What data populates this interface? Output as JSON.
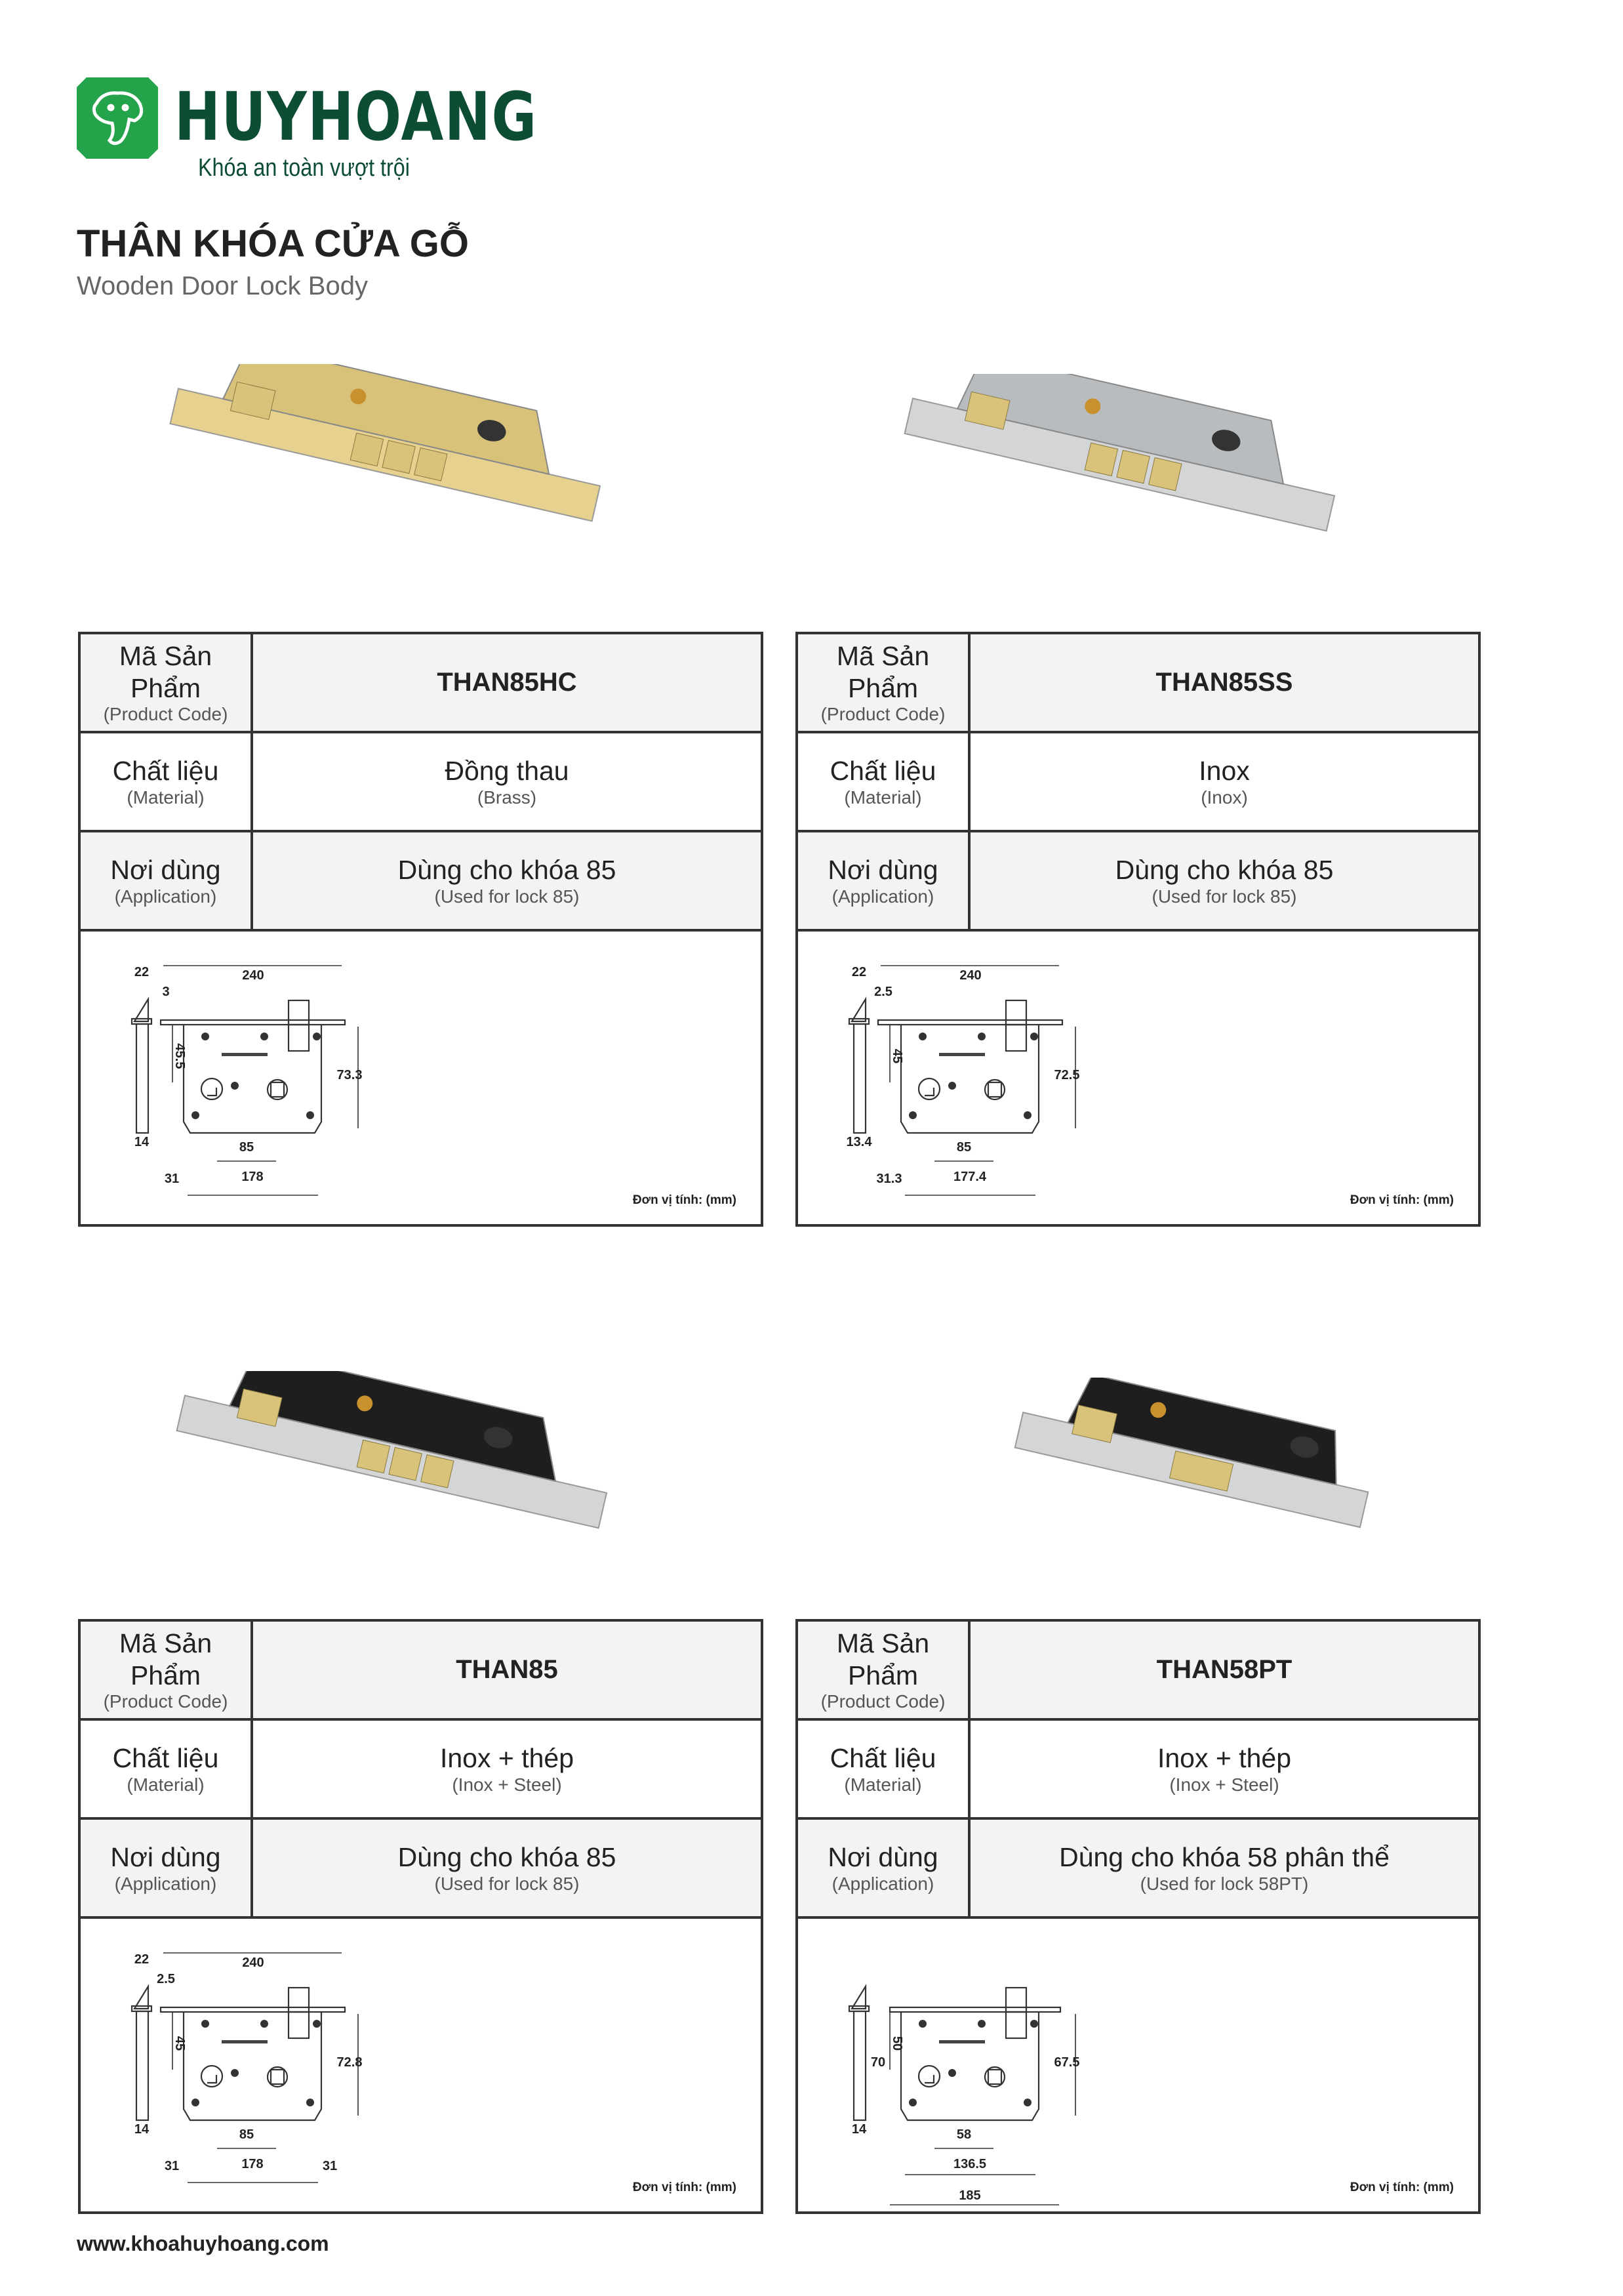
{
  "brand": {
    "name": "HUYHOANG",
    "slogan": "Khóa an toàn vượt trội"
  },
  "page": {
    "title": "THÂN KHÓA CỬA GỖ",
    "subtitle": "Wooden Door Lock Body"
  },
  "labels": {
    "code": "Mã Sản Phẩm",
    "code_en": "(Product Code)",
    "material": "Chất liệu",
    "material_en": "(Material)",
    "application": "Nơi dùng",
    "application_en": "(Application)",
    "unit": "Đơn vị tính: (mm)"
  },
  "products": [
    {
      "code": "THAN85HC",
      "material": "Đồng thau",
      "material_en": "(Brass)",
      "application": "Dùng cho khóa 85",
      "application_en": "(Used for lock 85)",
      "finish": "brass",
      "colors": {
        "body": "#d8c27a",
        "plate": "#e6d28e"
      },
      "dims": {
        "total": "240",
        "plate": "3",
        "backset": "45.5",
        "height": "73.3",
        "center": "85",
        "body": "178",
        "offset": "31",
        "side_w": "22",
        "side_t": "14"
      }
    },
    {
      "code": "THAN85SS",
      "material": "Inox",
      "material_en": "(Inox)",
      "application": "Dùng cho khóa 85",
      "application_en": "(Used for lock 85)",
      "finish": "stainless",
      "colors": {
        "body": "#b9bcbf",
        "plate": "#d3d5d7"
      },
      "dims": {
        "total": "240",
        "plate": "2.5",
        "backset": "45",
        "height": "72.5",
        "center": "85",
        "body": "177.4",
        "offset": "31.3",
        "side_w": "22",
        "side_t": "13.4"
      }
    },
    {
      "code": "THAN85",
      "material": "Inox + thép",
      "material_en": "(Inox + Steel)",
      "application": "Dùng cho khóa 85",
      "application_en": "(Used for lock 85)",
      "finish": "black",
      "colors": {
        "body": "#1e1e1e",
        "plate": "#d3d5d7"
      },
      "dims": {
        "total": "240",
        "plate": "2.5",
        "backset": "45",
        "height": "72.8",
        "center": "85",
        "body": "178",
        "offset": "31",
        "offset_r": "31",
        "side_w": "22",
        "side_t": "14"
      }
    },
    {
      "code": "THAN58PT",
      "material": "Inox + thép",
      "material_en": "(Inox + Steel)",
      "application": "Dùng cho khóa 58 phân thể",
      "application_en": "(Used for lock 58PT)",
      "finish": "black",
      "colors": {
        "body": "#1e1e1e",
        "plate": "#d3d5d7"
      },
      "dims": {
        "height_l": "70",
        "backset": "50",
        "height": "67.5",
        "center": "58",
        "body": "136.5",
        "total_b": "185",
        "side_t": "14"
      }
    }
  ],
  "footer": {
    "website": "www.khoahuyhoang.com"
  }
}
